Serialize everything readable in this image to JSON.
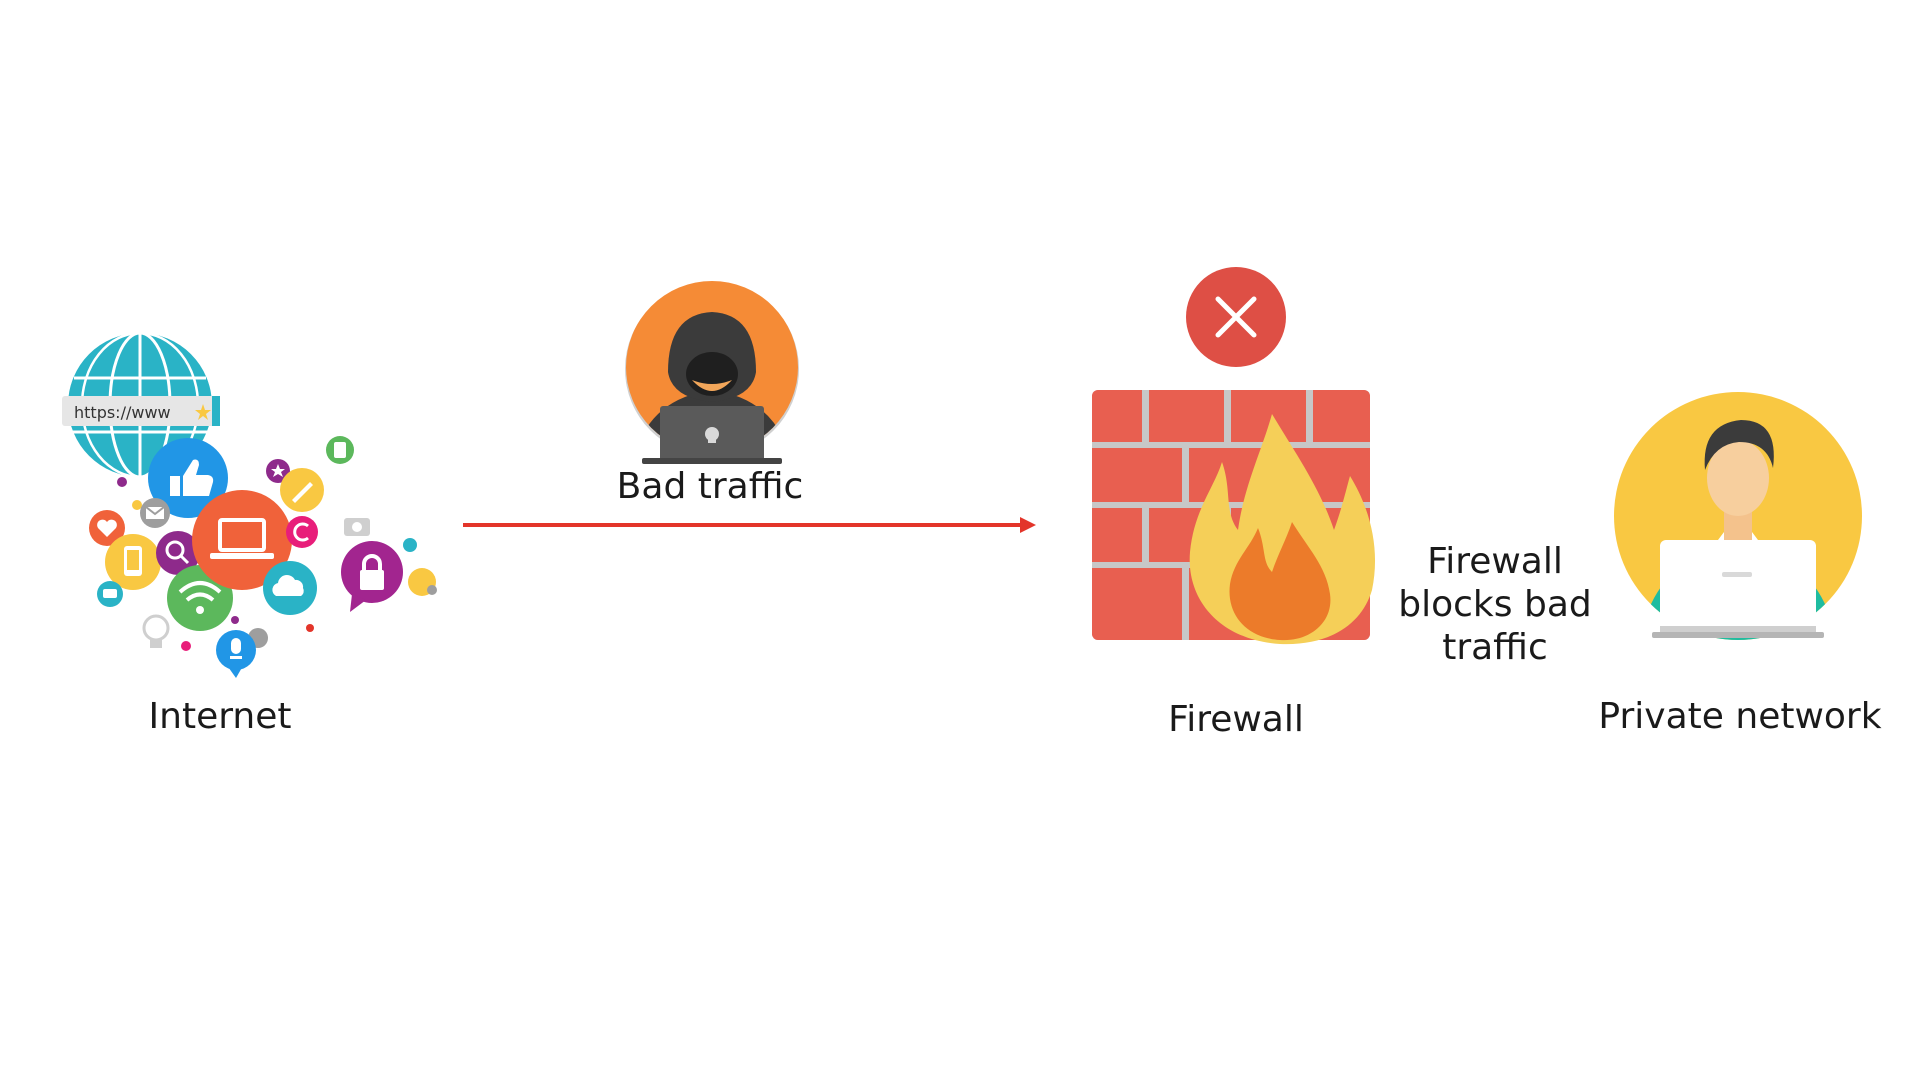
{
  "nodes": {
    "internet": {
      "label": "Internet",
      "url_bar_text": "https://www"
    },
    "bad_traffic": {
      "label": "Bad traffic"
    },
    "firewall": {
      "label": "Firewall"
    },
    "private_network": {
      "label": "Private network"
    }
  },
  "note": {
    "text": "Firewall blocks bad traffic"
  },
  "colors": {
    "arrow": "#e3352a",
    "hacker_circle": "#f58b36",
    "block_x": "#de4f45",
    "brick": "#e85f50",
    "mortar": "#c7c7c7",
    "flame_outer": "#f5cf58",
    "flame_inner": "#ec7b2a",
    "user_circle": "#f9c842",
    "globe": "#2ab3c6"
  },
  "icons": [
    "internet-cluster-icon",
    "globe-icon",
    "hacker-icon",
    "arrow-icon",
    "block-x-icon",
    "firewall-icon",
    "flame-icon",
    "user-laptop-icon"
  ]
}
